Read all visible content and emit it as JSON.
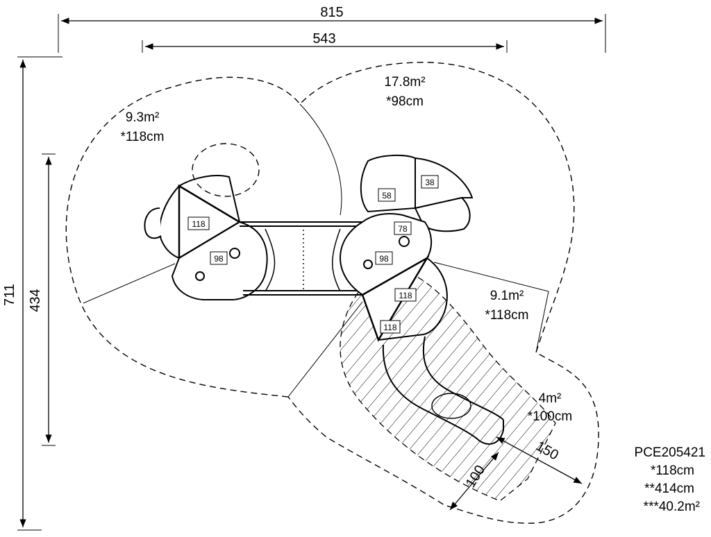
{
  "dimensions": {
    "overall_width": "815",
    "inner_width": "543",
    "overall_height": "711",
    "inner_height": "434",
    "slide_width": "150",
    "slide_runout": "100"
  },
  "zones": [
    {
      "area": "9.3m²",
      "fall_height": "*118cm"
    },
    {
      "area": "17.8m²",
      "fall_height": "*98cm"
    },
    {
      "area": "9.1m²",
      "fall_height": "*118cm"
    },
    {
      "area": "4m²",
      "fall_height": "*100cm"
    }
  ],
  "platform_heights": {
    "left_roof": "118",
    "left_deck": "98",
    "right_top_a": "58",
    "right_top_b": "38",
    "right_mid": "78",
    "right_deck": "98",
    "slide_deck": "118",
    "slide_step": "118"
  },
  "product": {
    "code": "PCE205421",
    "max_fall_height": "*118cm",
    "perimeter": "**414cm",
    "total_area": "***40.2m²"
  }
}
